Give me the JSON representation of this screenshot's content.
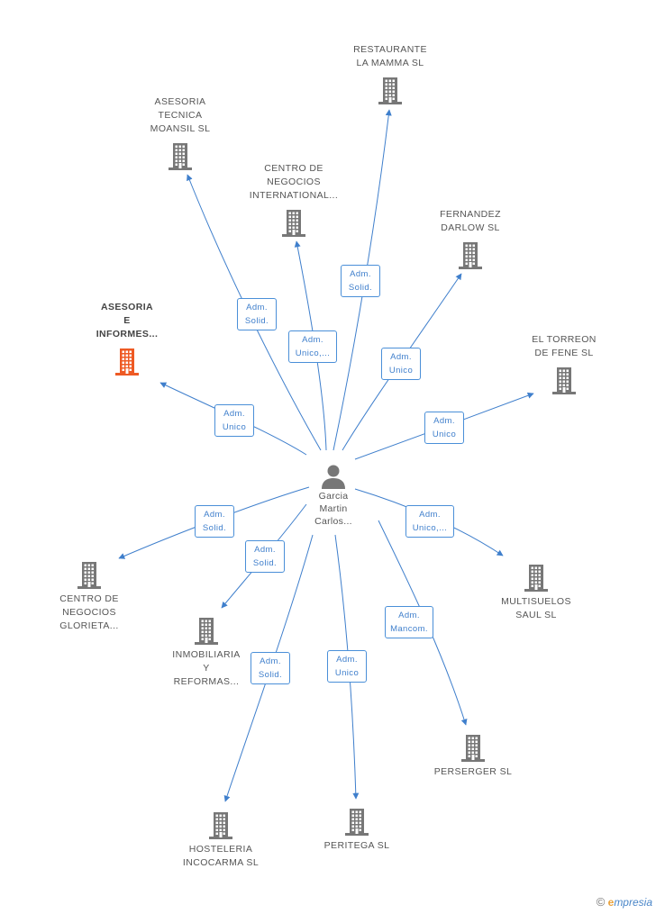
{
  "center": {
    "name_lines": [
      "Garcia",
      "Martin",
      "Carlos..."
    ]
  },
  "companies": [
    {
      "id": "restaurante",
      "lines": [
        "RESTAURANTE",
        "LA MAMMA  SL"
      ],
      "highlight": false
    },
    {
      "id": "asesoria-tecnica",
      "lines": [
        "ASESORIA",
        "TECNICA",
        "MOANSIL  SL"
      ],
      "highlight": false
    },
    {
      "id": "centro-negocios-int",
      "lines": [
        "CENTRO DE",
        "NEGOCIOS",
        "INTERNATIONAL..."
      ],
      "highlight": false
    },
    {
      "id": "fernandez",
      "lines": [
        "FERNANDEZ",
        "DARLOW  SL"
      ],
      "highlight": false
    },
    {
      "id": "asesoria-informes",
      "lines": [
        "ASESORIA",
        "E",
        "INFORMES..."
      ],
      "highlight": true
    },
    {
      "id": "el-torreon",
      "lines": [
        "EL TORREON",
        "DE FENE SL"
      ],
      "highlight": false
    },
    {
      "id": "centro-negocios-glorieta",
      "lines": [
        "CENTRO DE",
        "NEGOCIOS",
        "GLORIETA..."
      ],
      "highlight": false
    },
    {
      "id": "inmobiliaria",
      "lines": [
        "INMOBILIARIA",
        "Y",
        "REFORMAS..."
      ],
      "highlight": false
    },
    {
      "id": "multisuelos",
      "lines": [
        "MULTISUELOS",
        "SAUL  SL"
      ],
      "highlight": false
    },
    {
      "id": "perserger",
      "lines": [
        "PERSERGER  SL"
      ],
      "highlight": false
    },
    {
      "id": "hosteleria",
      "lines": [
        "HOSTELERIA",
        "INCOCARMA  SL"
      ],
      "highlight": false
    },
    {
      "id": "peritega",
      "lines": [
        "PERITEGA SL"
      ],
      "highlight": false
    }
  ],
  "edges": [
    {
      "to": "restaurante",
      "role": [
        "Adm.",
        "Solid."
      ]
    },
    {
      "to": "asesoria-tecnica",
      "role": [
        "Adm.",
        "Solid."
      ]
    },
    {
      "to": "centro-negocios-int",
      "role": [
        "Adm.",
        "Unico,..."
      ]
    },
    {
      "to": "fernandez",
      "role": [
        "Adm.",
        "Unico"
      ]
    },
    {
      "to": "asesoria-informes",
      "role": [
        "Adm.",
        "Unico"
      ]
    },
    {
      "to": "el-torreon",
      "role": [
        "Adm.",
        "Unico"
      ]
    },
    {
      "to": "centro-negocios-glorieta",
      "role": [
        "Adm.",
        "Solid."
      ]
    },
    {
      "to": "inmobiliaria",
      "role": [
        "Adm.",
        "Solid."
      ]
    },
    {
      "to": "multisuelos",
      "role": [
        "Adm.",
        "Unico,..."
      ]
    },
    {
      "to": "perserger",
      "role": [
        "Adm.",
        "Mancom."
      ]
    },
    {
      "to": "hosteleria",
      "role": [
        "Adm.",
        "Solid."
      ]
    },
    {
      "to": "peritega",
      "role": [
        "Adm.",
        "Unico"
      ]
    }
  ],
  "colors": {
    "edge": "#3f7fcc",
    "building": "#777777",
    "highlight": "#ee5a24"
  },
  "brand": {
    "copyright": "©",
    "initial": "e",
    "rest": "mpresia"
  }
}
